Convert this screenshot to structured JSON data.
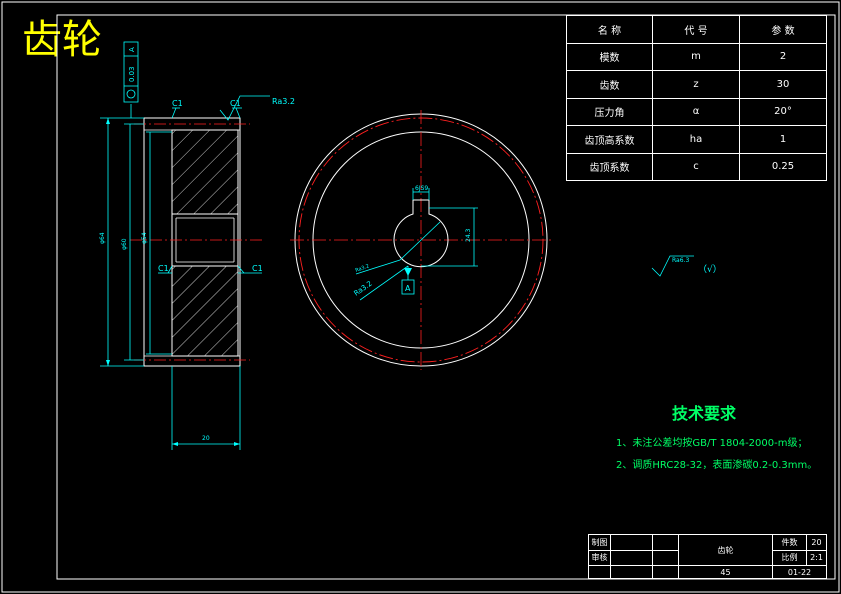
{
  "drawing": {
    "title": "齿轮",
    "colors": {
      "frame": "#ffffff",
      "dimension": "#00ffff",
      "centerline": "#ff2020",
      "hatch": "#ffffff",
      "text_green": "#00ff66",
      "title": "#ffff00"
    }
  },
  "param_table": {
    "headers": [
      "名 称",
      "代 号",
      "参 数"
    ],
    "rows": [
      [
        "模数",
        "m",
        "2"
      ],
      [
        "齿数",
        "z",
        "30"
      ],
      [
        "压力角",
        "α",
        "20°"
      ],
      [
        "齿顶高系数",
        "ha",
        "1"
      ],
      [
        "齿顶系数",
        "c",
        "0.25"
      ]
    ]
  },
  "side_view": {
    "chamfers": [
      "C1",
      "C1",
      "C1",
      "C1"
    ],
    "roughness": "Ra3.2",
    "datum": "A",
    "tolerance_frame": "0.03"
  },
  "front_view": {
    "keyway_width": "6JS9",
    "roughness_1": "Ra3.2",
    "roughness_2": "Ra3.2",
    "datum": "A"
  },
  "surface_note": {
    "roughness": "Ra6.3",
    "paren": "（√）"
  },
  "tech_requirements": {
    "title": "技术要求",
    "items": [
      "1、未注公差均按GB/T 1804-2000-m级；",
      "2、调质HRC28-32，表面渗碳0.2-0.3mm。"
    ]
  },
  "title_block": {
    "draw_label": "制图",
    "check_label": "审核",
    "part_name": "齿轮",
    "material": "45",
    "qty_label": "件数",
    "qty_value": "20",
    "scale_label": "比例",
    "scale_value": "2:1",
    "drawing_no": "01-22"
  }
}
